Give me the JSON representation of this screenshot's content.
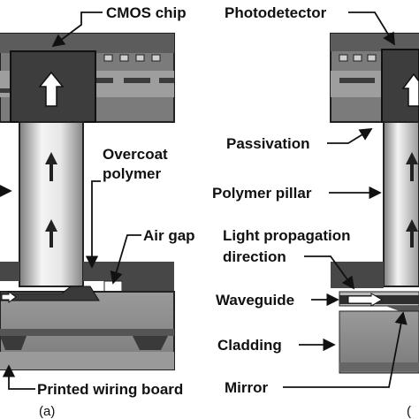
{
  "figure": {
    "panel_a": {
      "labels": {
        "cmos_chip": "CMOS chip",
        "overcoat_line1": "Overcoat",
        "overcoat_line2": "polymer",
        "air_gap": "Air gap",
        "printed_wiring_board": "Printed wiring board",
        "panel_tag": "(a)"
      }
    },
    "panel_b": {
      "labels": {
        "photodetector": "Photodetector",
        "passivation": "Passivation",
        "polymer_pillar": "Polymer pillar",
        "light_prop_line1": "Light propagation",
        "light_prop_line2": "direction",
        "waveguide": "Waveguide",
        "cladding": "Cladding",
        "mirror": "Mirror",
        "panel_tag": "("
      }
    },
    "colors": {
      "chip": "#7a7a7a",
      "detector": "#3a3a3a",
      "pillar_light": "#f2f2f2",
      "pillar_dark": "#8a8a8a",
      "board": "#8c8c8c",
      "overcoat": "#474747",
      "waveguide": "#2e2e2e",
      "cladding": "#b9b9b9"
    }
  }
}
